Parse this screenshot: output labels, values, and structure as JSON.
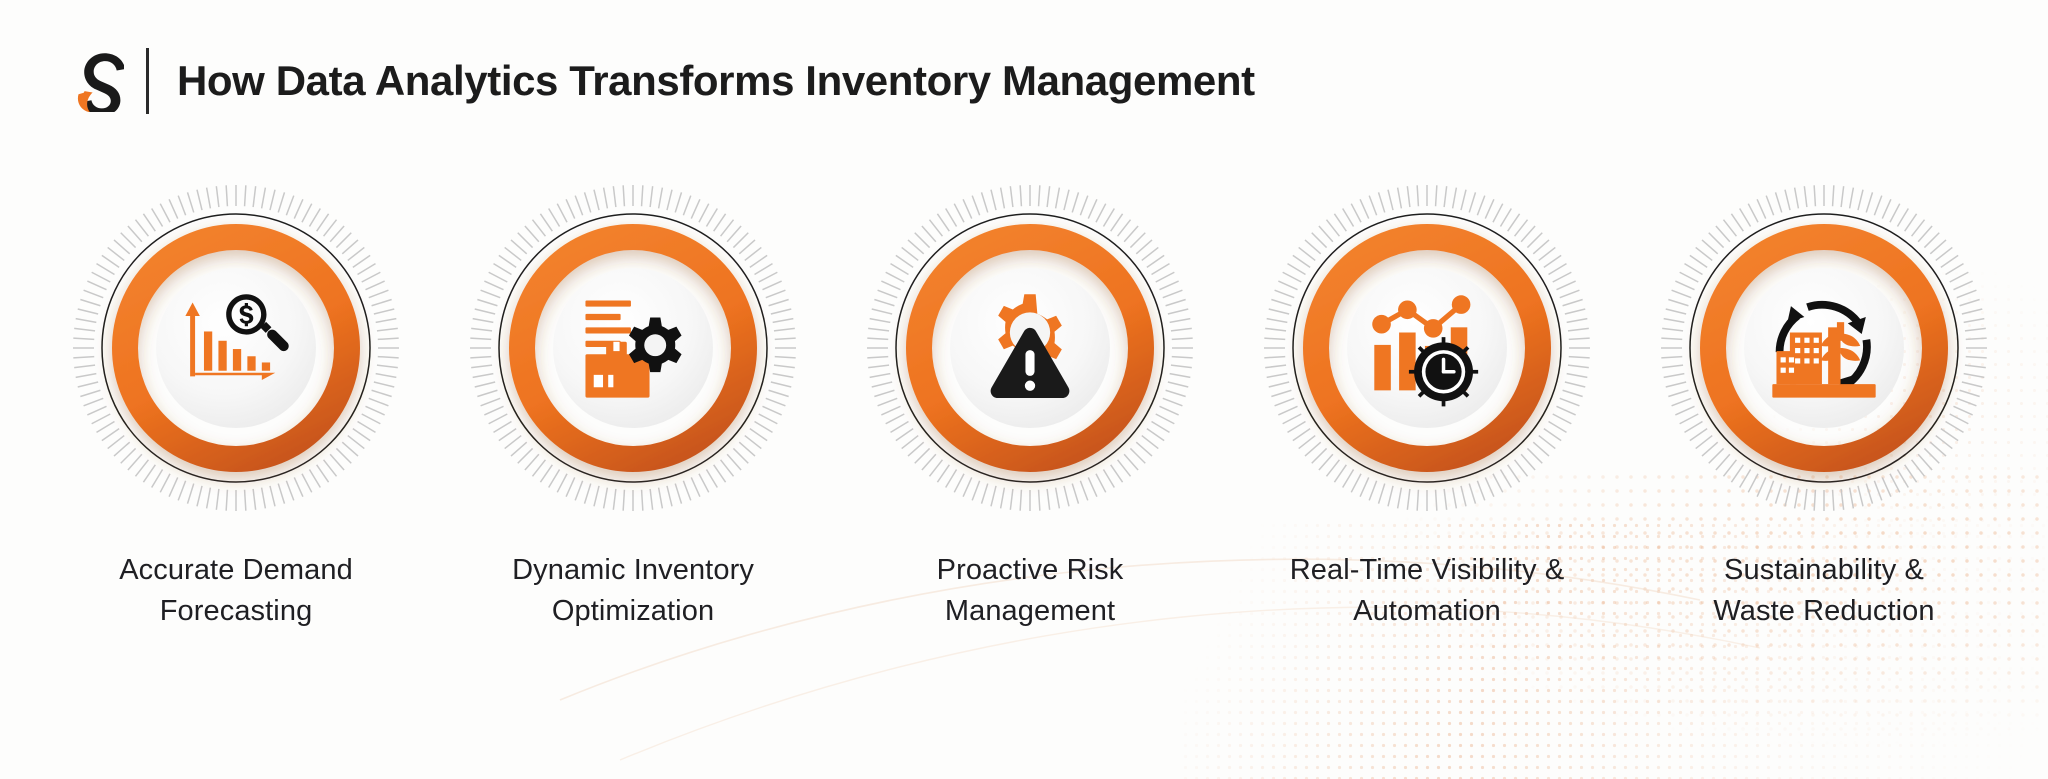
{
  "page": {
    "background_color": "#fdfdfc",
    "accent_color": "#ef7622",
    "text_color": "#1f1f23"
  },
  "header": {
    "logo_name": "brand-logo",
    "divider_name": "header-divider",
    "title": "How Data Analytics Transforms Inventory Management"
  },
  "cards": [
    {
      "index": "1",
      "icon": "demand-forecast-chart-icon",
      "label": "Accurate Demand\nForecasting"
    },
    {
      "index": "2",
      "icon": "inventory-gear-box-icon",
      "label": "Dynamic Inventory\nOptimization"
    },
    {
      "index": "3",
      "icon": "risk-warning-gear-icon",
      "label": "Proactive Risk\nManagement"
    },
    {
      "index": "4",
      "icon": "realtime-chart-clock-icon",
      "label": "Real-Time Visibility &\nAutomation"
    },
    {
      "index": "5",
      "icon": "sustainability-recycle-icon",
      "label": "Sustainability &\nWaste Reduction"
    }
  ]
}
